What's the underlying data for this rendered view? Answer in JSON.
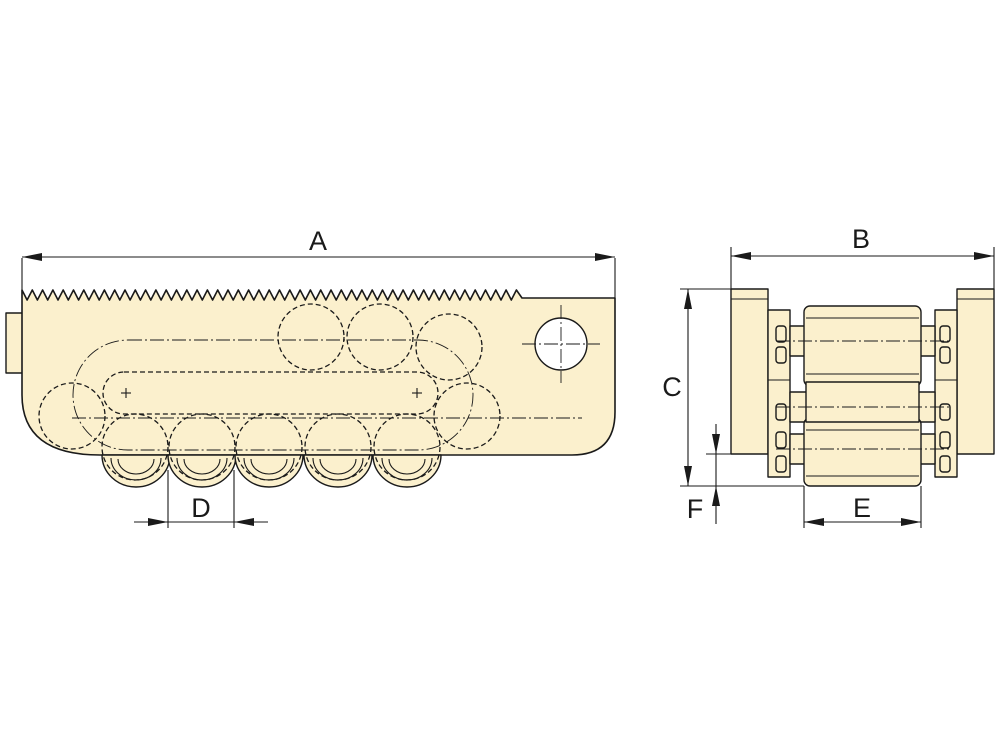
{
  "labels": {
    "A": "A",
    "B": "B",
    "C": "C",
    "D": "D",
    "E": "E",
    "F": "F"
  },
  "colors": {
    "body": "#fbf0cd",
    "line": "#1a1a1a",
    "background": "#ffffff"
  }
}
